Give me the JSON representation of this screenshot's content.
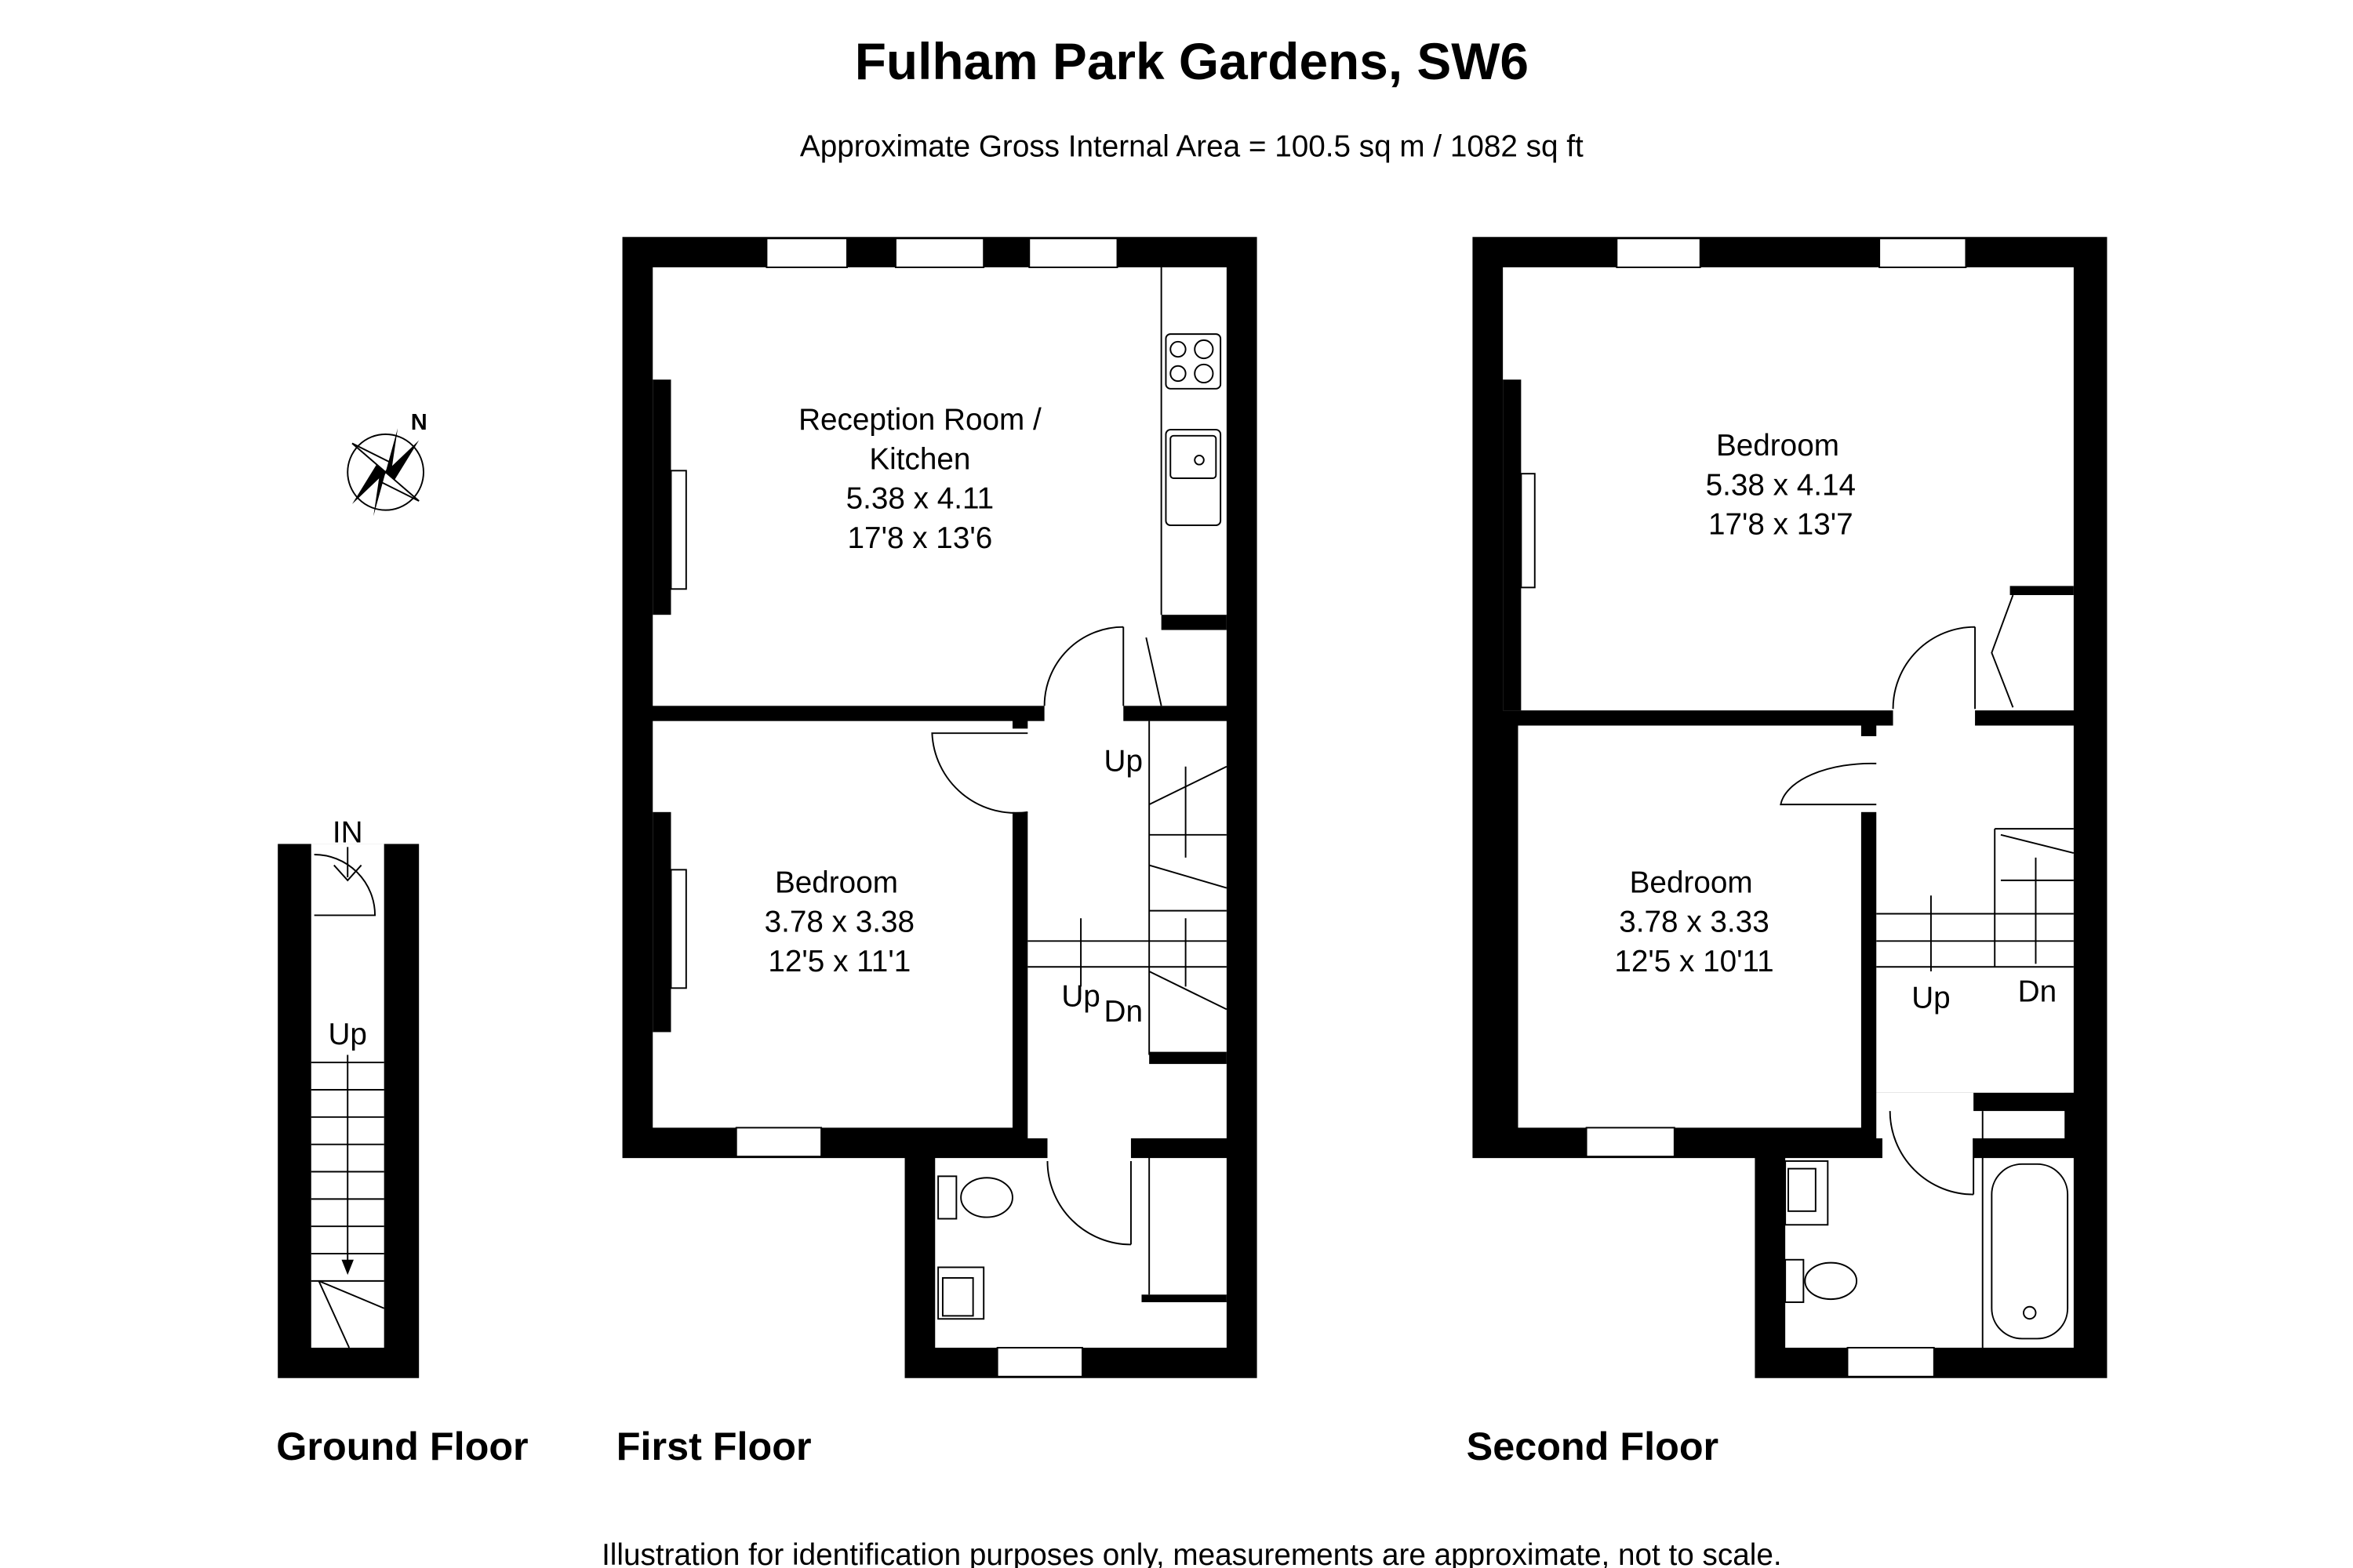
{
  "header": {
    "title": "Fulham Park Gardens, SW6",
    "subtitle": "Approximate Gross Internal Area = 100.5 sq m / 1082 sq ft"
  },
  "compass": {
    "label": "N"
  },
  "floors": [
    {
      "label": "Ground Floor",
      "stairs": {
        "in": "IN",
        "up": "Up"
      }
    },
    {
      "label": "First Floor",
      "stairs": {
        "up1": "Up",
        "up2": "Up",
        "dn": "Dn"
      },
      "rooms": [
        {
          "name": "Reception Room /",
          "name2": "Kitchen",
          "metric": "5.38 x 4.11",
          "imperial": "17'8 x 13'6"
        },
        {
          "name": "Bedroom",
          "metric": "3.78 x 3.38",
          "imperial": "12'5 x 11'1"
        }
      ]
    },
    {
      "label": "Second Floor",
      "stairs": {
        "up": "Up",
        "dn": "Dn"
      },
      "rooms": [
        {
          "name": "Bedroom",
          "metric": "5.38 x 4.14",
          "imperial": "17'8 x 13'7"
        },
        {
          "name": "Bedroom",
          "metric": "3.78 x 3.33",
          "imperial": "12'5 x 10'11"
        }
      ]
    }
  ],
  "footer": {
    "disclaimer": "Illustration for identification purposes only, measurements are approximate, not to scale."
  }
}
